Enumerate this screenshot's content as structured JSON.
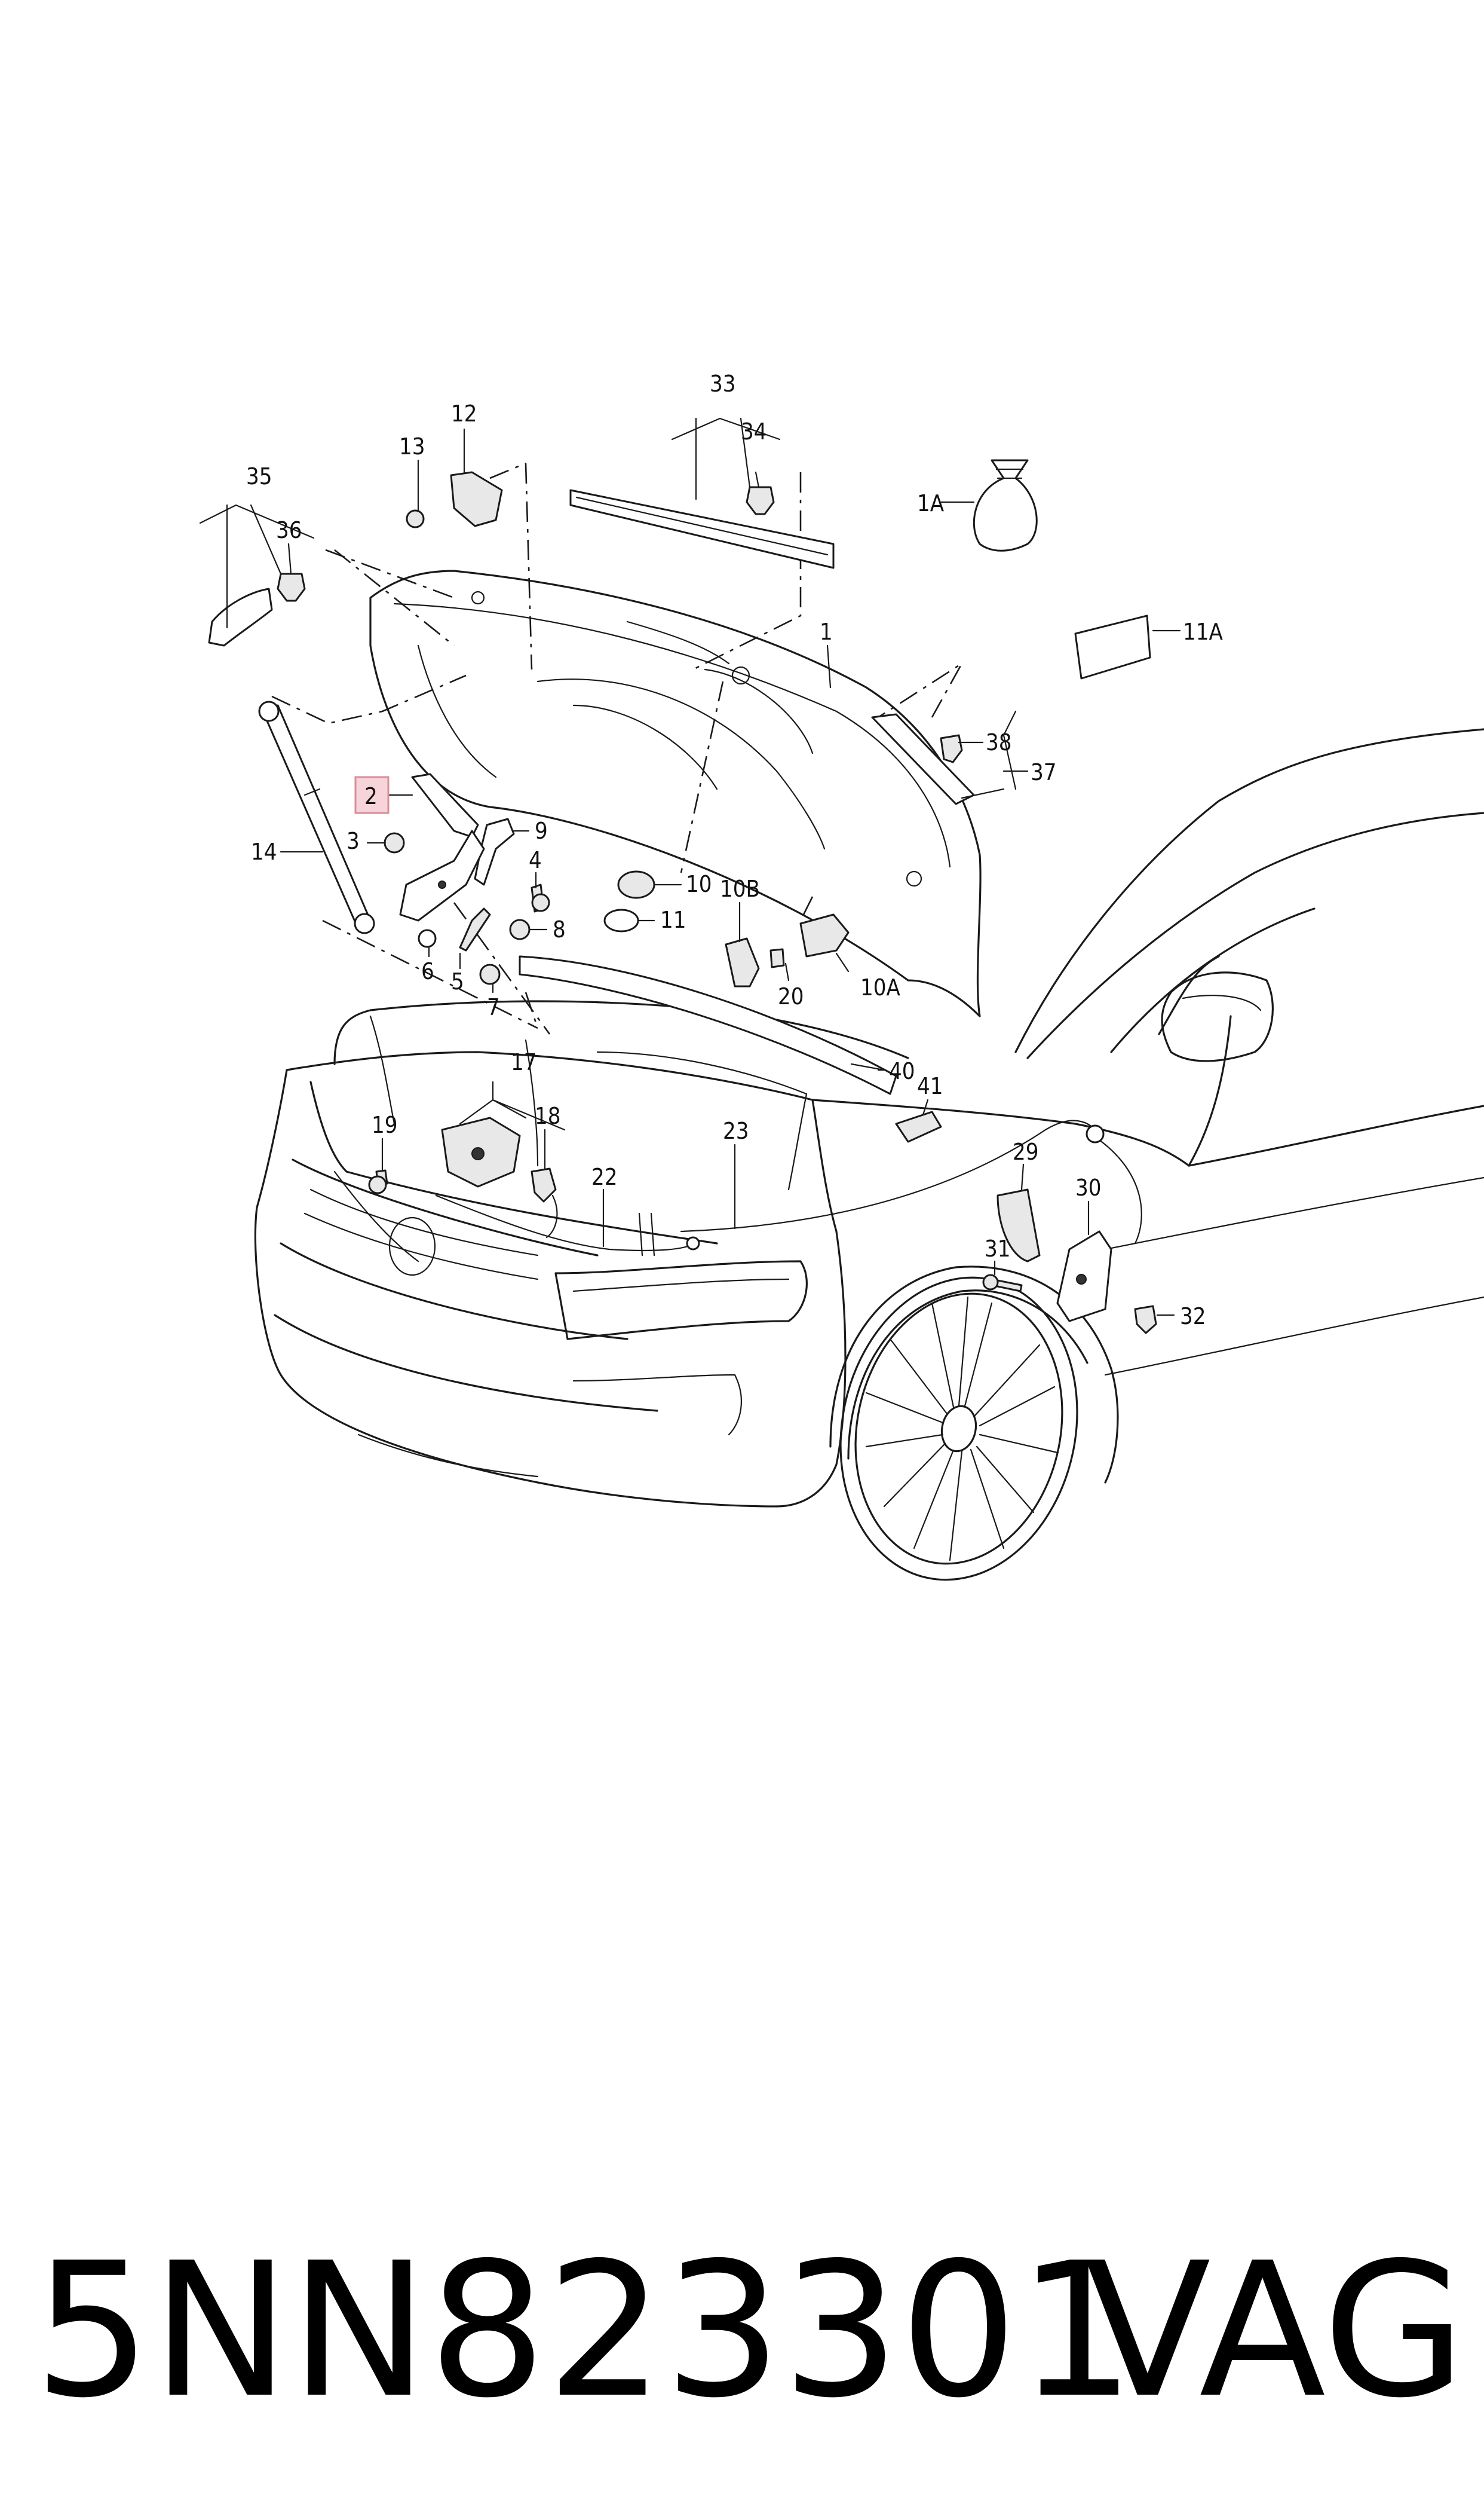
{
  "diagram": {
    "callouts": [
      {
        "id": "c1",
        "text": "1"
      },
      {
        "id": "c1A",
        "text": "1A"
      },
      {
        "id": "c2",
        "text": "2"
      },
      {
        "id": "c3",
        "text": "3"
      },
      {
        "id": "c4",
        "text": "4"
      },
      {
        "id": "c5",
        "text": "5"
      },
      {
        "id": "c6",
        "text": "6"
      },
      {
        "id": "c7",
        "text": "7"
      },
      {
        "id": "c8",
        "text": "8"
      },
      {
        "id": "c9",
        "text": "9"
      },
      {
        "id": "c10",
        "text": "10"
      },
      {
        "id": "c10A",
        "text": "10A"
      },
      {
        "id": "c10B",
        "text": "10B"
      },
      {
        "id": "c11",
        "text": "11"
      },
      {
        "id": "c11A",
        "text": "11A"
      },
      {
        "id": "c12",
        "text": "12"
      },
      {
        "id": "c13",
        "text": "13"
      },
      {
        "id": "c14",
        "text": "14"
      },
      {
        "id": "c17",
        "text": "17"
      },
      {
        "id": "c18",
        "text": "18"
      },
      {
        "id": "c19",
        "text": "19"
      },
      {
        "id": "c20",
        "text": "20"
      },
      {
        "id": "c22",
        "text": "22"
      },
      {
        "id": "c23",
        "text": "23"
      },
      {
        "id": "c29",
        "text": "29"
      },
      {
        "id": "c30",
        "text": "30"
      },
      {
        "id": "c31",
        "text": "31"
      },
      {
        "id": "c32",
        "text": "32"
      },
      {
        "id": "c33",
        "text": "33"
      },
      {
        "id": "c34",
        "text": "34"
      },
      {
        "id": "c35",
        "text": "35"
      },
      {
        "id": "c36",
        "text": "36"
      },
      {
        "id": "c37",
        "text": "37"
      },
      {
        "id": "c38",
        "text": "38"
      },
      {
        "id": "c40",
        "text": "40"
      },
      {
        "id": "c41",
        "text": "41"
      }
    ],
    "highlighted_callout": "2",
    "highlight_color": "#f7d4d9"
  },
  "footer": {
    "part_number": "5NN823301",
    "brand": "VAG"
  }
}
